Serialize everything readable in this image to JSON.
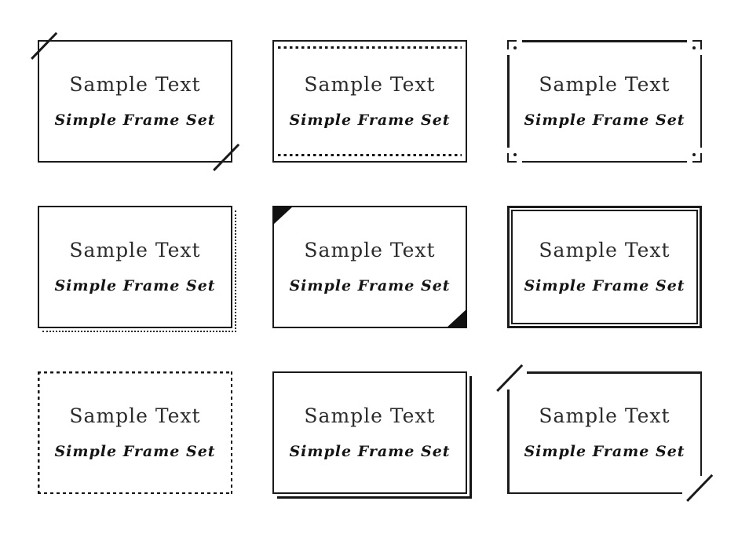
{
  "page": {
    "background": "#ffffff",
    "ink_color": "#1a1a1a",
    "set_caption": "Simple Frame Set"
  },
  "frames": [
    {
      "style": "solid-corner-slashes",
      "title": "Sample Text",
      "subtitle": "Simple Frame Set"
    },
    {
      "style": "inner-dashed-top-bottom",
      "title": "Sample Text",
      "subtitle": "Simple Frame Set"
    },
    {
      "style": "corner-brackets-dots",
      "title": "Sample Text",
      "subtitle": "Simple Frame Set"
    },
    {
      "style": "dotted-shadow",
      "title": "Sample Text",
      "subtitle": "Simple Frame Set"
    },
    {
      "style": "folded-corner-triangles",
      "title": "Sample Text",
      "subtitle": "Simple Frame Set"
    },
    {
      "style": "double-border",
      "title": "Sample Text",
      "subtitle": "Simple Frame Set"
    },
    {
      "style": "dashed-border",
      "title": "Sample Text",
      "subtitle": "Simple Frame Set"
    },
    {
      "style": "offset-line-shadow",
      "title": "Sample Text",
      "subtitle": "Simple Frame Set"
    },
    {
      "style": "chamfered-corner-slashes",
      "title": "Sample Text",
      "subtitle": "Simple Frame Set"
    }
  ]
}
